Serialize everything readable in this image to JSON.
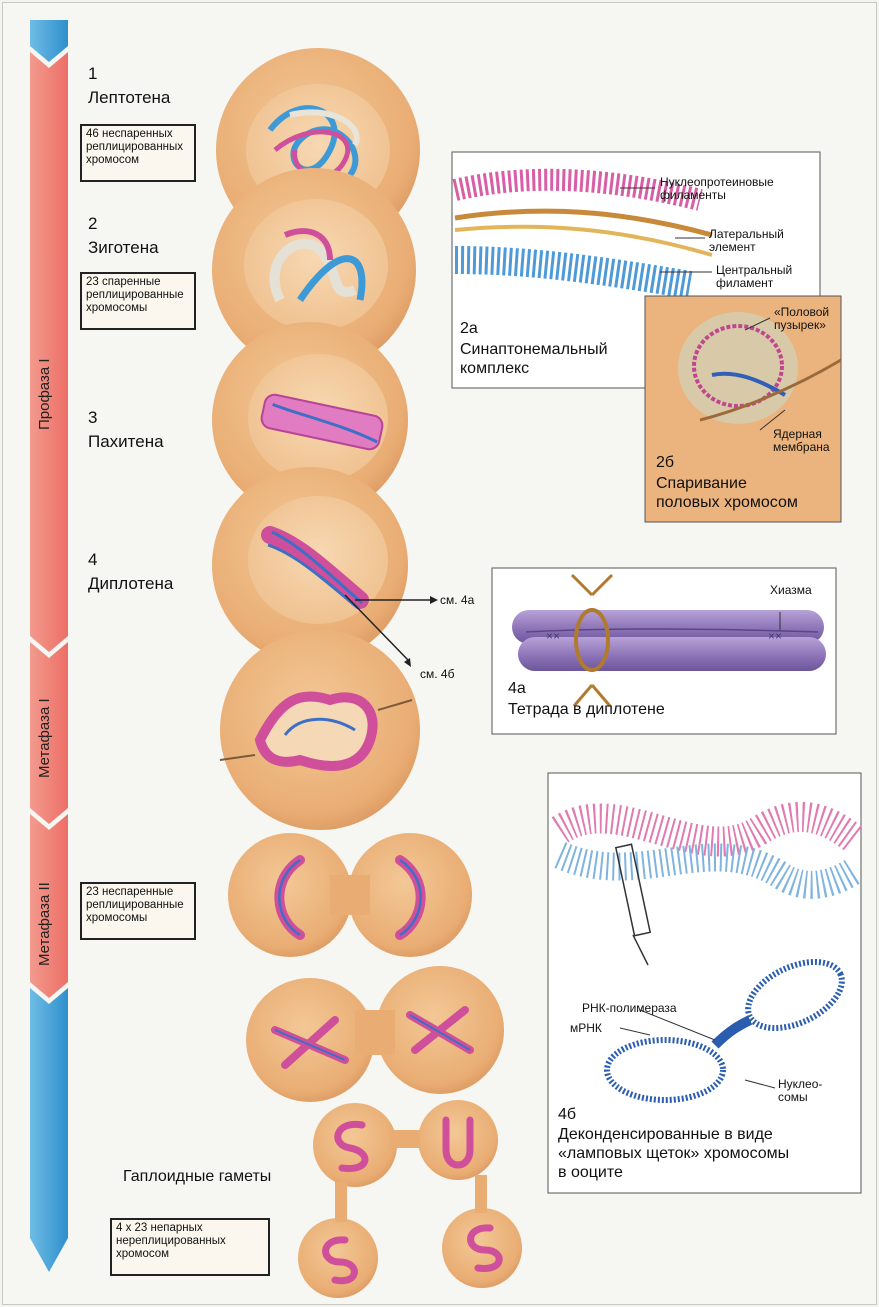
{
  "stages": [
    {
      "num": "1",
      "name": "Лептотена"
    },
    {
      "num": "2",
      "name": "Зиготена"
    },
    {
      "num": "3",
      "name": "Пахитена"
    },
    {
      "num": "4",
      "name": "Диплотена"
    }
  ],
  "phase_bar": {
    "prophase": "Профаза I",
    "metaphase1": "Метафаза I",
    "metaphase2": "Метафаза II"
  },
  "boxes": {
    "b1": [
      "46 неспаренных",
      "реплицированных",
      "хромосом"
    ],
    "b2": [
      "23 спаренные",
      "реплицированные",
      "хромосомы"
    ],
    "b3": [
      "23 неспаренные",
      "реплицированные",
      "хромосомы"
    ],
    "b4": [
      "4 x 23 непарных",
      "нереплицированных",
      "хромосом"
    ]
  },
  "gametes_label": "Гаплоидные гаметы",
  "pointers": {
    "see4a": "см. 4а",
    "see4b": "см. 4б"
  },
  "inset_2a": {
    "label1": [
      "Нуклеопротеиновые",
      "филаменты"
    ],
    "label2": [
      "Латеральный",
      "элемент"
    ],
    "label3": [
      "Центральный",
      "филамент"
    ],
    "num": "2а",
    "caption": [
      "Синаптонемальный",
      "комплекс"
    ]
  },
  "inset_2b": {
    "label1": [
      "«Половой",
      "пузырек»"
    ],
    "label2": [
      "Ядерная",
      "мембрана"
    ],
    "num": "2б",
    "caption": [
      "Спаривание",
      "половых хромосом"
    ]
  },
  "inset_4a": {
    "label": "Хиазма",
    "num": "4а",
    "caption": "Тетрада в диплотене"
  },
  "inset_4b": {
    "label1": "РНК-полимераза",
    "label2": "мРНК",
    "label3": [
      "Нуклео-",
      "сомы"
    ],
    "num": "4б",
    "caption": [
      "Деконденсированные в виде",
      "«ламповых щеток» хромосомы",
      "в ооците"
    ]
  },
  "colors": {
    "cell": "#eab47c",
    "nucleus": "#f2c797",
    "bar_blue": "#3d9fd6",
    "bar_red": "#ef7d72",
    "chromo_pink": "#d04f9b",
    "chromo_blue": "#3e6fc4",
    "tetrad": "#8d74b7"
  }
}
